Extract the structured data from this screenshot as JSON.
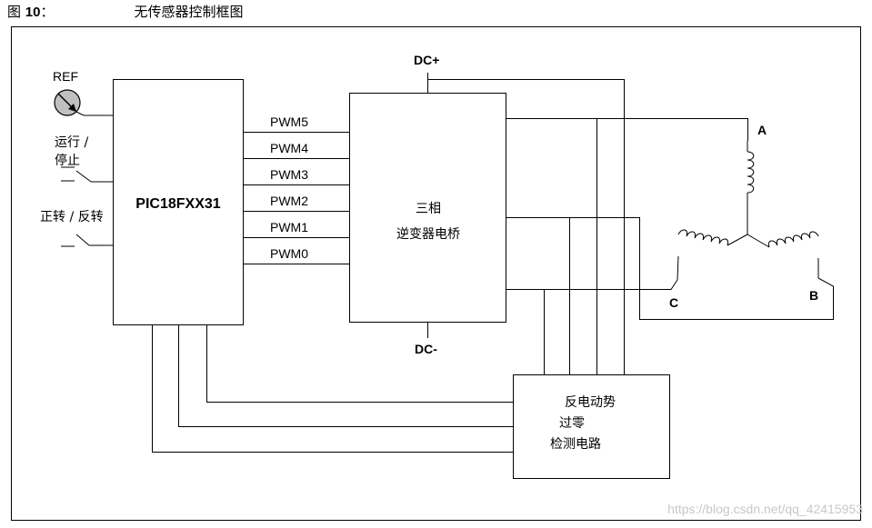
{
  "caption": {
    "prefix": "图 ",
    "number": "10",
    "suffix": "：",
    "title": "无传感器控制框图"
  },
  "inputs": {
    "ref": "REF",
    "run_stop_line1": "运行 /",
    "run_stop_line2": "停止",
    "dir": "正转 / 反转"
  },
  "mcu": {
    "label": "PIC18FXX31"
  },
  "pwm_signals": [
    "PWM5",
    "PWM4",
    "PWM3",
    "PWM2",
    "PWM1",
    "PWM0"
  ],
  "bridge": {
    "line1": "三相",
    "line2": "逆变器电桥"
  },
  "power": {
    "dc_plus": "DC+",
    "dc_minus": "DC-"
  },
  "motor": {
    "phase_a": "A",
    "phase_b": "B",
    "phase_c": "C"
  },
  "bemf": {
    "line1": "反电动势",
    "line2": "过零",
    "line3": "检测电路"
  },
  "watermark": "https://blog.csdn.net/qq_42415953",
  "colors": {
    "line": "#000000",
    "ref_dial": "#c0c0c0",
    "watermark": "#c8c8c8"
  }
}
